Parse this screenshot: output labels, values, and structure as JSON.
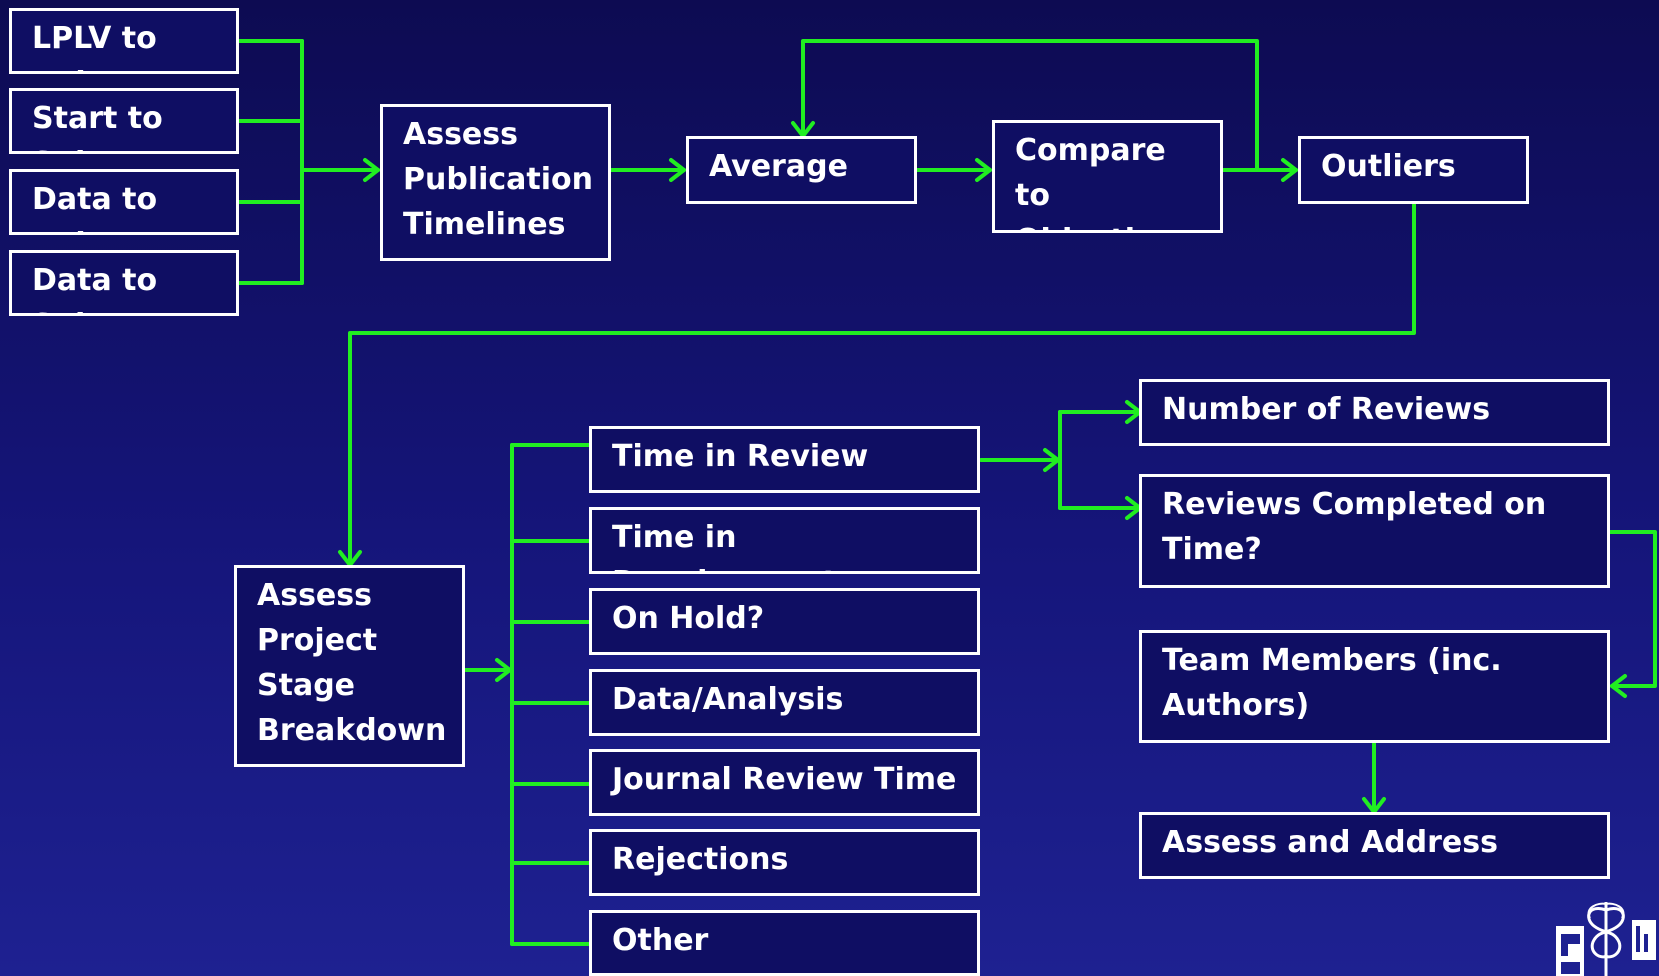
{
  "theme": {
    "background_top": "#0d0b52",
    "background_bottom": "#1e2191",
    "box_border": "#ffffff",
    "box_fill": "#0f0e63",
    "text": "#ffffff",
    "connector": "#21ee21"
  },
  "nodes": {
    "lplv_to_pub": "LPLV to Pub",
    "start_to_sub": "Start to Sub",
    "data_to_pub": "Data to Pub",
    "data_to_sub": "Data to Sub",
    "assess_publication_timelines": "Assess\nPublication\nTimelines",
    "average": "Average",
    "compare_to_objectives": "Compare to\nObjectives",
    "outliers": "Outliers",
    "assess_project_stage_breakdown": "Assess\nProject\nStage\nBreakdown",
    "time_in_review": "Time in Review",
    "time_in_development": "Time in Development",
    "on_hold": "On Hold?",
    "data_analysis": "Data/Analysis",
    "journal_review_time": "Journal Review Time",
    "rejections": "Rejections",
    "other": "Other",
    "number_of_reviews": "Number of Reviews",
    "reviews_completed_on_time": "Reviews Completed on\nTime?",
    "team_members": "Team Members (inc.\nAuthors)",
    "assess_and_address": "Assess and Address"
  },
  "logo": {
    "icon": "caduceus-logo-icon"
  }
}
